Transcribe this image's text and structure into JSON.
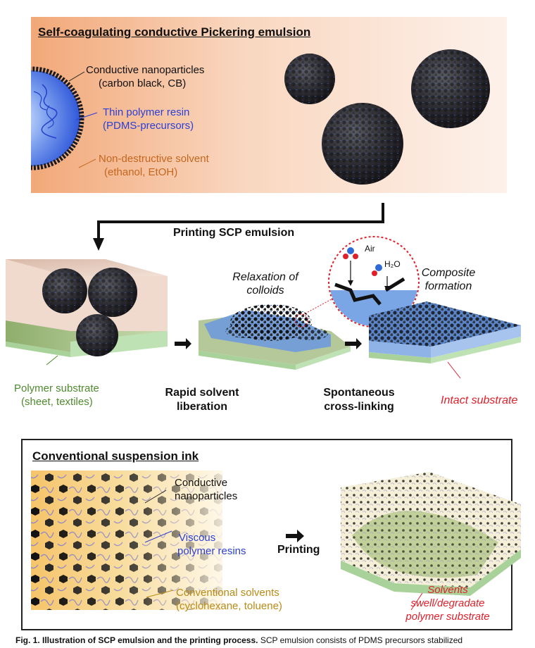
{
  "top_panel": {
    "title": "Self-coagulating conductive Pickering emulsion",
    "particles_line1": "Conductive nanoparticles",
    "particles_line2": "(carbon black, CB)",
    "resin_line1": "Thin polymer resin",
    "resin_line2": "(PDMS-precursors)",
    "solvent_line1": "Non-destructive solvent",
    "solvent_line2": "(ethanol, EtOH)"
  },
  "process": {
    "printing_label": "Printing SCP emulsion",
    "relaxation_line1": "Relaxation of",
    "relaxation_line2": "colloids",
    "composite_line1": "Composite",
    "composite_line2": "formation",
    "air_label": "Air",
    "water_label": "H₂O",
    "substrate_line1": "Polymer substrate",
    "substrate_line2": "(sheet, textiles)",
    "step1_line1": "Rapid solvent",
    "step1_line2": "liberation",
    "step2_line1": "Spontaneous",
    "step2_line2": "cross-linking",
    "intact_label": "Intact substrate"
  },
  "bottom_panel": {
    "title": "Conventional suspension ink",
    "particles_line1": "Conductive",
    "particles_line2": "nanoparticles",
    "resin_line1": "Viscous",
    "resin_line2": "polymer resins",
    "solvent_line1": "Conventional solvents",
    "solvent_line2": "(cyclohexane, toluene)",
    "printing_label": "Printing",
    "result_line1": "Solvents",
    "result_line2": "swell/degradate",
    "result_line3": "polymer substrate"
  },
  "caption": {
    "bold": "Fig. 1. Illustration of SCP emulsion and the printing process.",
    "rest": " SCP emulsion consists of PDMS precursors stabilized"
  },
  "colors": {
    "resin_blue": "#2b3fd6",
    "solvent_orange": "#c4671e",
    "substrate_green": "#4f8a2e",
    "highlight_red": "#e0202a",
    "solvent_gold": "#b98a16"
  }
}
